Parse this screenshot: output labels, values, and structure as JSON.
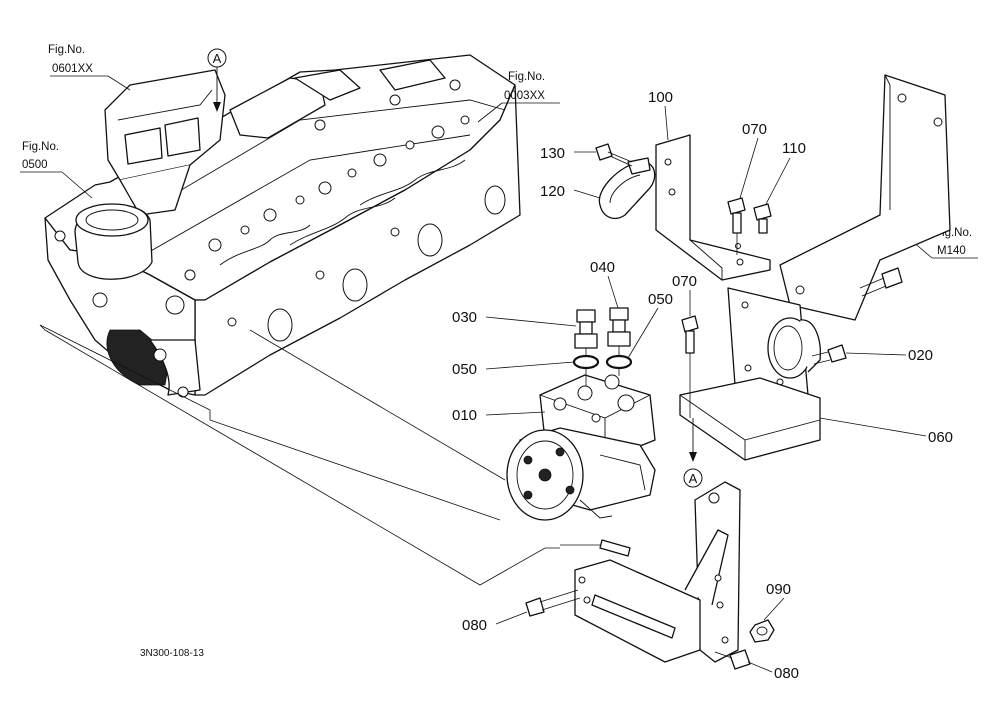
{
  "diagram_code": "3N300-108-13",
  "figure_refs": [
    {
      "id": "fig-0601xx",
      "line1": "Fig.No.",
      "line2": "0601XX"
    },
    {
      "id": "fig-0003xx",
      "line1": "Fig.No.",
      "line2": "0003XX"
    },
    {
      "id": "fig-0500",
      "line1": "Fig.No.",
      "line2": "0500"
    },
    {
      "id": "fig-m140",
      "line1": "Fig.No.",
      "line2": "M140"
    }
  ],
  "callout_marker": "A",
  "parts": {
    "p010": "010",
    "p020": "020",
    "p030": "030",
    "p040": "040",
    "p050a": "050",
    "p050b": "050",
    "p060": "060",
    "p070a": "070",
    "p070b": "070",
    "p080a": "080",
    "p080b": "080",
    "p090": "090",
    "p100": "100",
    "p110": "110",
    "p120": "120",
    "p130": "130"
  }
}
